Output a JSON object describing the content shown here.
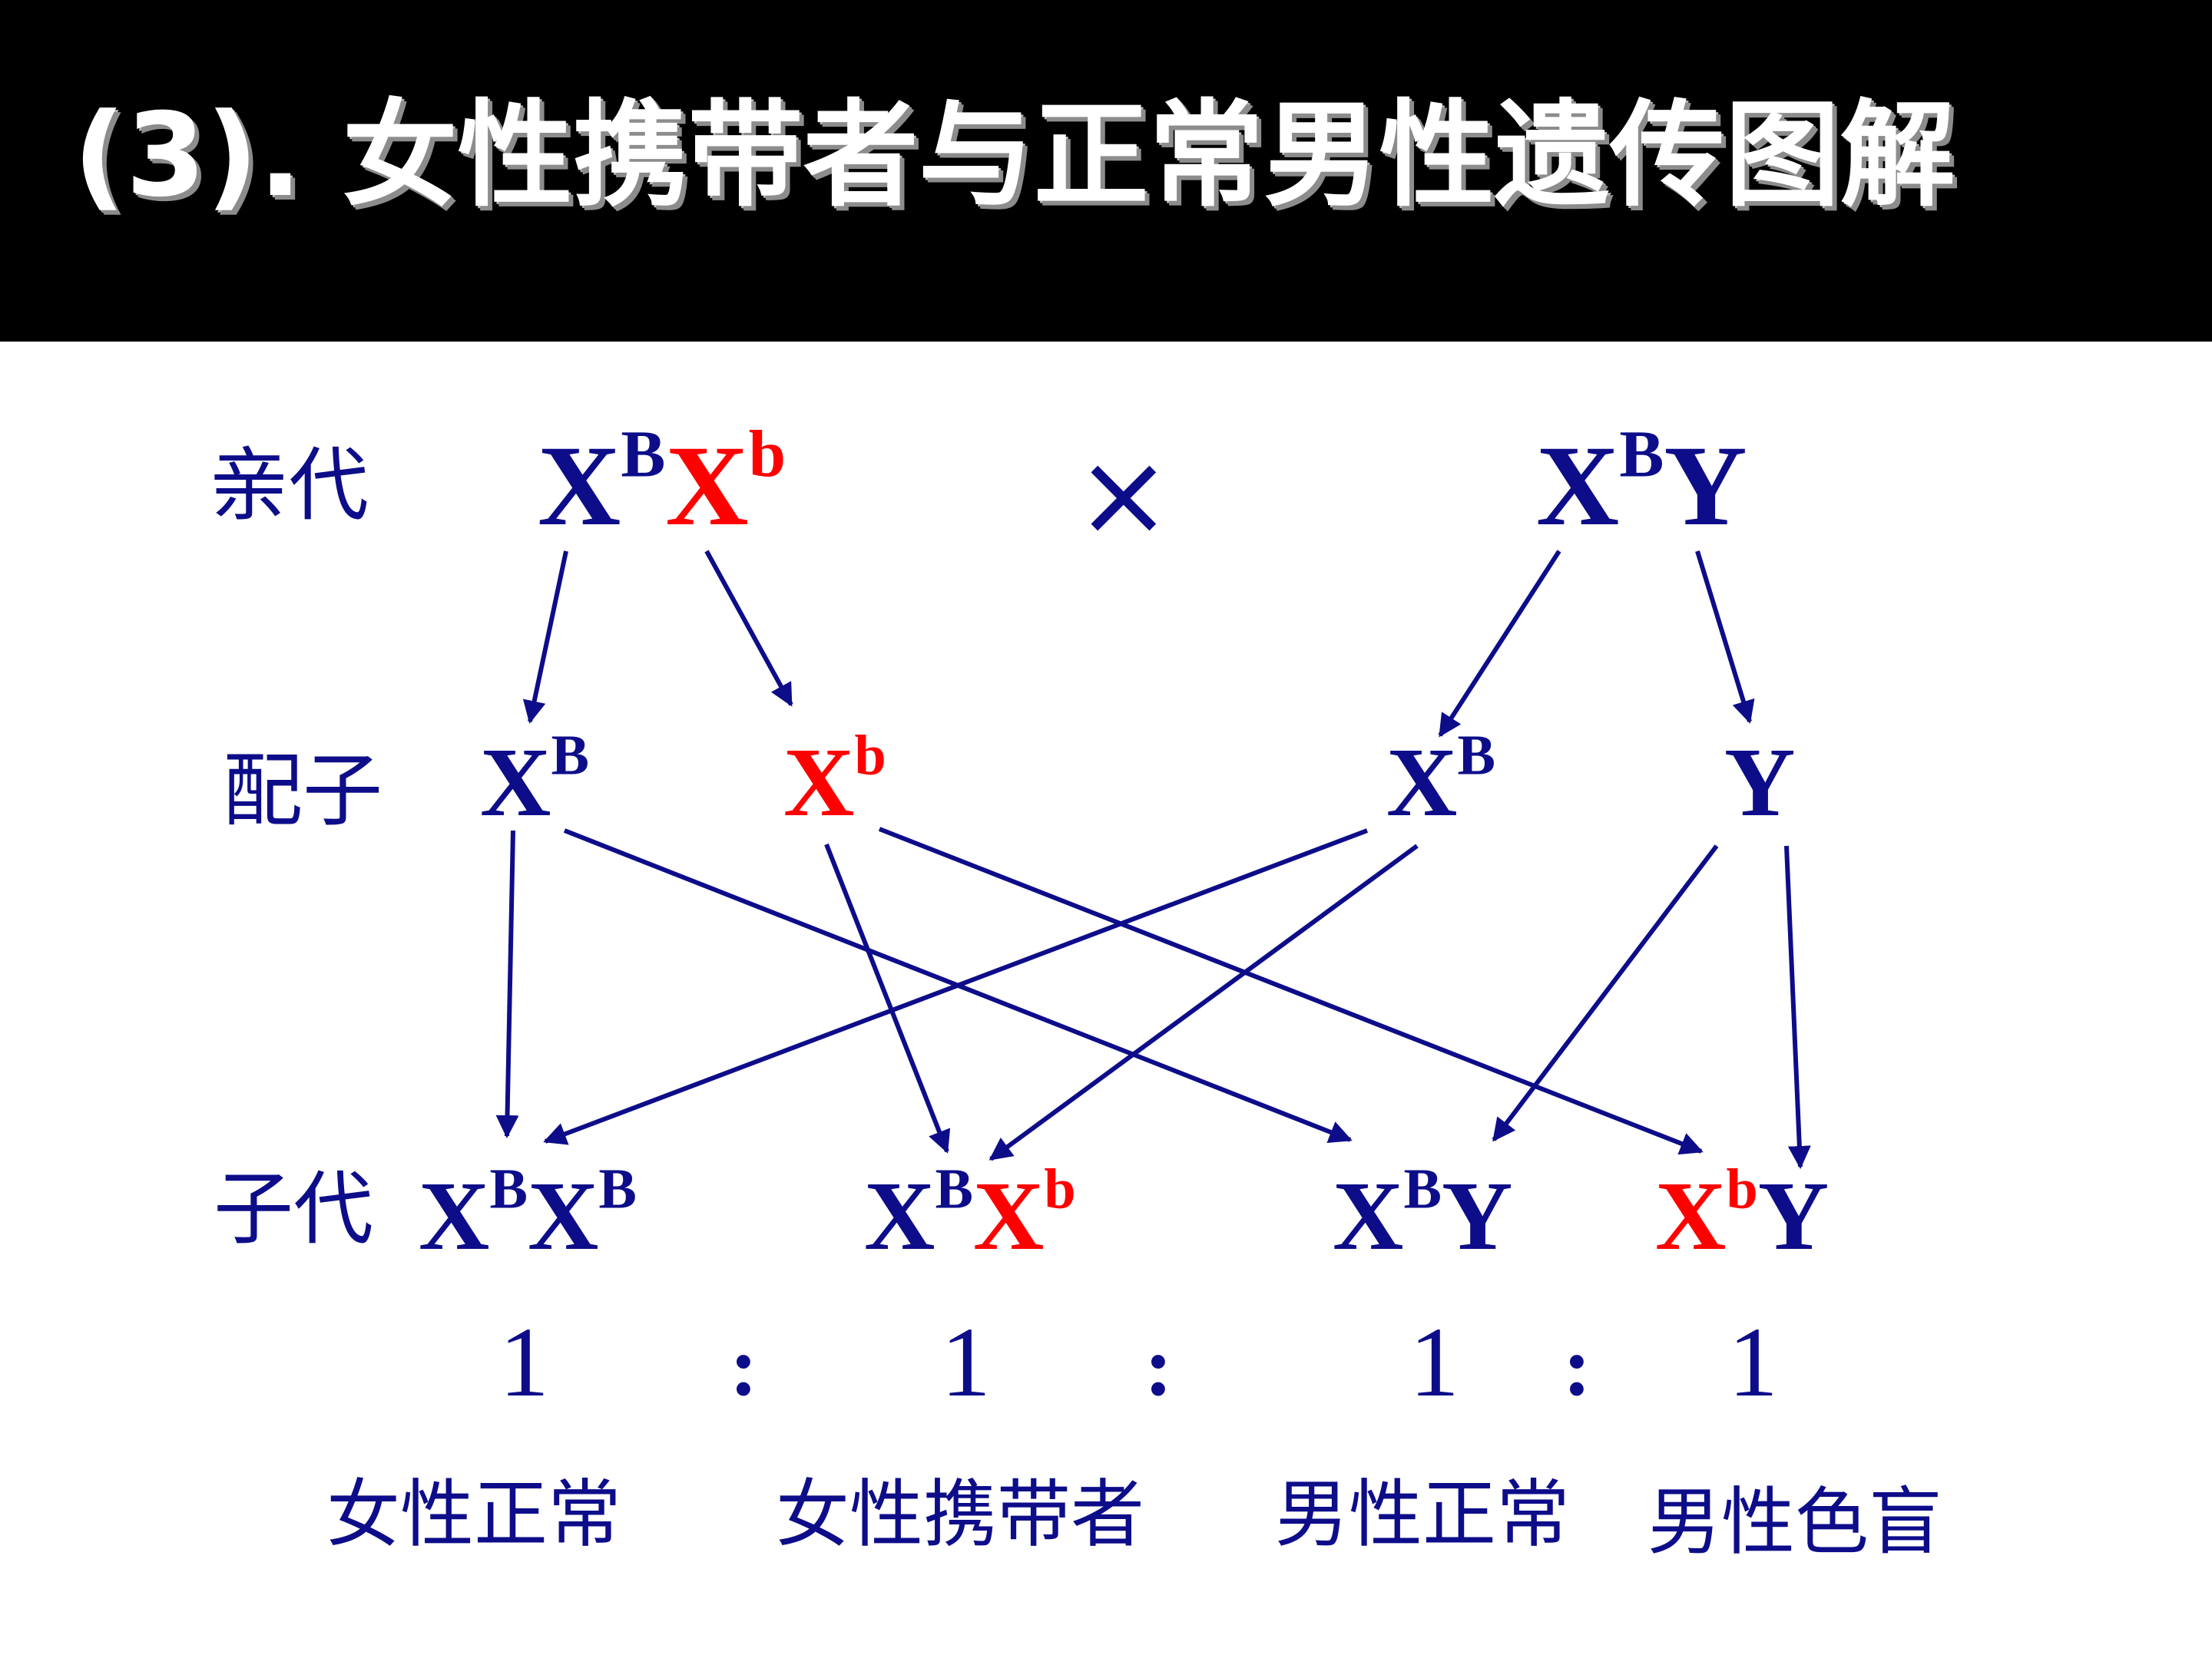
{
  "title": "(3). 女性携带者与正常男性遗传图解",
  "rows": {
    "parents": "亲代",
    "gametes": "配子",
    "offspring": "子代"
  },
  "cross_symbol": "×",
  "parents": {
    "mother": {
      "x1": "X",
      "x1_allele": "B",
      "x2": "X",
      "x2_allele": "b"
    },
    "father": {
      "x": "X",
      "x_allele": "B",
      "y": "Y"
    }
  },
  "gametes": [
    {
      "base": "X",
      "allele": "B"
    },
    {
      "base": "X",
      "allele": "b"
    },
    {
      "base": "X",
      "allele": "B"
    },
    {
      "base": "Y"
    }
  ],
  "offspring": [
    {
      "g1": "X",
      "a1": "B",
      "g2": "X",
      "a2": "B",
      "ratio": "1",
      "phenotype": "女性正常"
    },
    {
      "g1": "X",
      "a1": "B",
      "g2": "X",
      "a2": "b",
      "ratio": "1",
      "phenotype": "女性携带者"
    },
    {
      "g1": "X",
      "a1": "B",
      "g2": "Y",
      "ratio": "1",
      "phenotype": "男性正常"
    },
    {
      "g1": "X",
      "a1": "b",
      "g2": "Y",
      "ratio": "1",
      "phenotype": "男性色盲"
    }
  ],
  "ratio_separator": ":",
  "colors": {
    "header_bg": "#000000",
    "text": "#0d0d8a",
    "recessive": "#ff0000",
    "title": "#ffffff"
  }
}
